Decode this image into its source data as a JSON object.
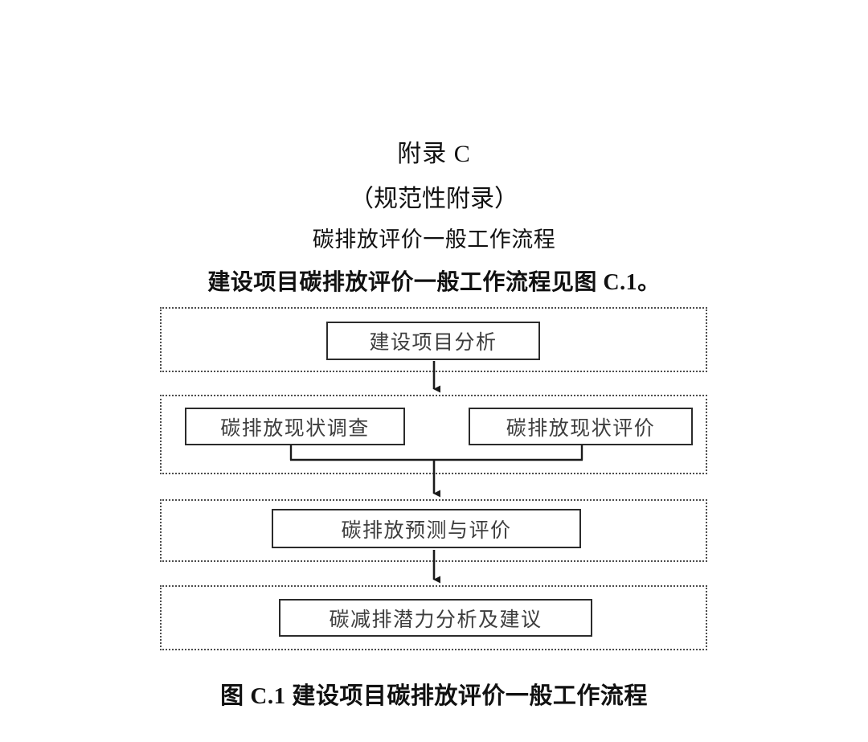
{
  "document": {
    "appendix_title": "附录 C",
    "normative_note": "（规范性附录）",
    "subject_title": "碳排放评价一般工作流程",
    "intro_text": "建设项目碳排放评价一般工作流程见图 C.1。",
    "figure_caption": "图 C.1  建设项目碳排放评价一般工作流程"
  },
  "flowchart": {
    "type": "diagram",
    "orientation": "top-to-bottom",
    "stages": [
      {
        "id": "stage-1",
        "nodes": [
          {
            "id": "node-analysis",
            "label": "建设项目分析"
          }
        ]
      },
      {
        "id": "stage-2",
        "nodes": [
          {
            "id": "node-survey",
            "label": "碳排放现状调查"
          },
          {
            "id": "node-evaluate",
            "label": "碳排放现状评价"
          }
        ]
      },
      {
        "id": "stage-3",
        "nodes": [
          {
            "id": "node-forecast",
            "label": "碳排放预测与评价"
          }
        ]
      },
      {
        "id": "stage-4",
        "nodes": [
          {
            "id": "node-potential",
            "label": "碳减排潜力分析及建议"
          }
        ]
      }
    ],
    "connectors": [
      {
        "from": "node-analysis",
        "to": "stage-2",
        "style": "arrow-down"
      },
      {
        "from": "node-survey",
        "to": "merge-point",
        "style": "line-down"
      },
      {
        "from": "node-evaluate",
        "to": "merge-point",
        "style": "line-down"
      },
      {
        "from": "merge-point",
        "to": "node-forecast",
        "style": "arrow-down"
      },
      {
        "from": "node-forecast",
        "to": "node-potential",
        "style": "arrow-down"
      }
    ],
    "colors": {
      "node_border": "#2b2b2b",
      "stage_border": "#4d4d4d",
      "connector": "#1a1a1a",
      "node_text": "#3d3d3d",
      "background": "#ffffff"
    }
  }
}
